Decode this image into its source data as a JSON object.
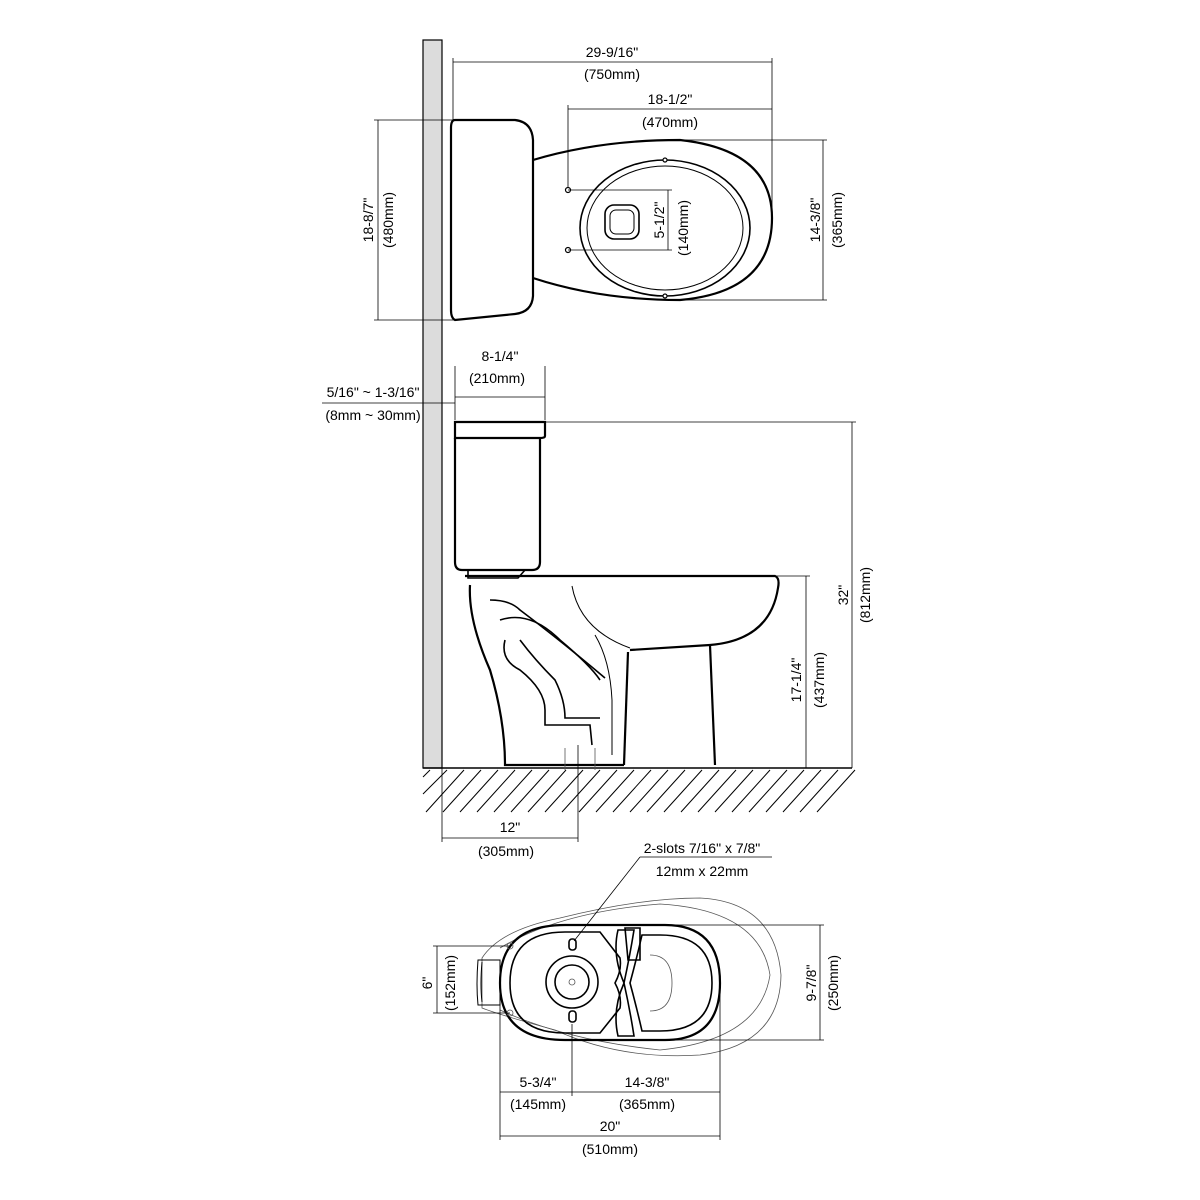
{
  "top_view": {
    "overall_length_in": "29-9/16\"",
    "overall_length_mm": "(750mm)",
    "bowl_length_in": "18-1/2\"",
    "bowl_length_mm": "(470mm)",
    "tank_width_in": "18-8/7\"",
    "tank_width_mm": "(480mm)",
    "seat_bolt_spacing_in": "5-1/2\"",
    "seat_bolt_spacing_mm": "(140mm)",
    "bowl_width_in": "14-3/8\"",
    "bowl_width_mm": "(365mm)"
  },
  "side_view": {
    "tank_depth_in": "8-1/4\"",
    "tank_depth_mm": "(210mm)",
    "wall_gap_in": "5/16\" ~ 1-3/16\"",
    "wall_gap_mm": "(8mm ~ 30mm)",
    "overall_height_in": "32\"",
    "overall_height_mm": "(812mm)",
    "rim_height_in": "17-1/4\"",
    "rim_height_mm": "(437mm)",
    "rough_in_in": "12\"",
    "rough_in_mm": "(305mm)"
  },
  "bottom_view": {
    "slots_line1": "2-slots 7/16\" x 7/8\"",
    "slots_line2": "12mm x 22mm",
    "bolt_spacing_in": "6\"",
    "bolt_spacing_mm": "(152mm)",
    "base_width_in": "9-7/8\"",
    "base_width_mm": "(250mm)",
    "rear_to_center_in": "5-3/4\"",
    "rear_to_center_mm": "(145mm)",
    "center_to_front_in": "14-3/8\"",
    "center_to_front_mm": "(365mm)",
    "base_length_in": "20\"",
    "base_length_mm": "(510mm)"
  }
}
